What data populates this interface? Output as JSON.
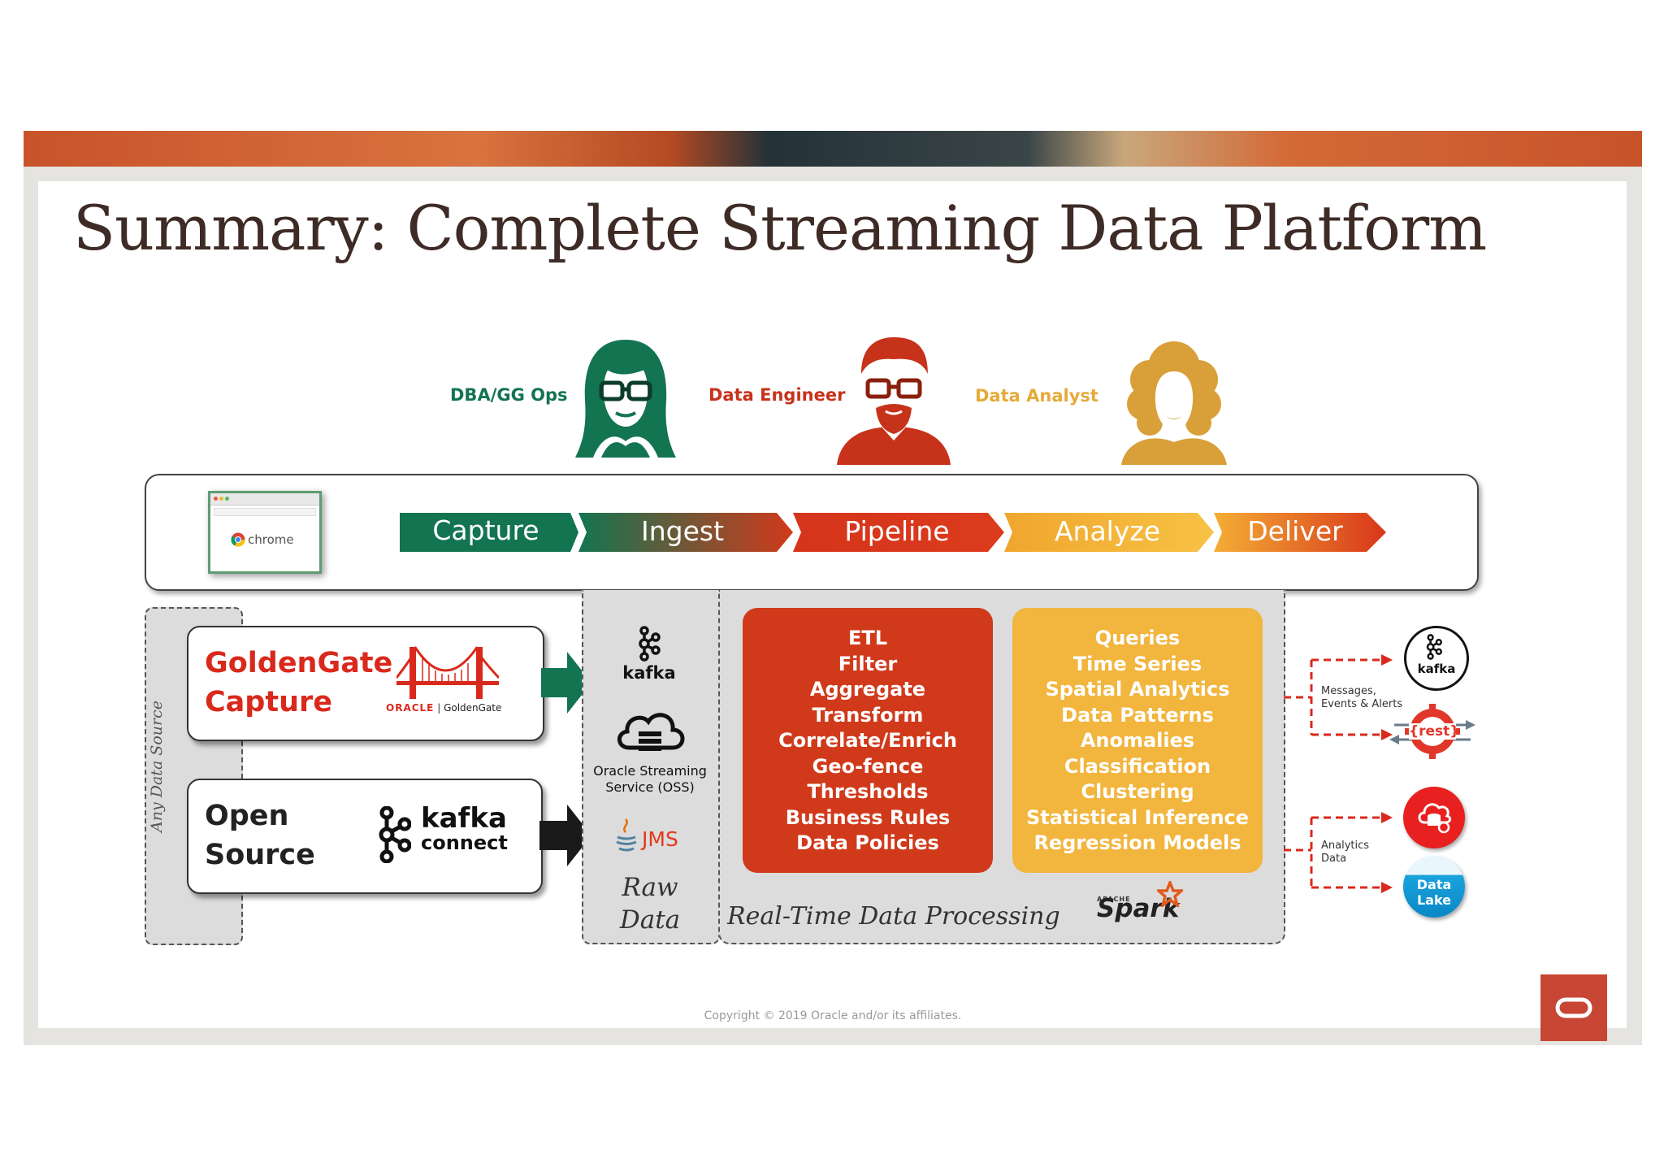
{
  "title": "Summary: Complete Streaming Data Platform",
  "personas": [
    {
      "label": "DBA/GG Ops",
      "color": "#137451"
    },
    {
      "label": "Data Engineer",
      "color": "#c7321a"
    },
    {
      "label": "Data Analyst",
      "color": "#e6aa3a"
    }
  ],
  "browser": {
    "label": "chrome"
  },
  "stages": [
    "Capture",
    "Ingest",
    "Pipeline",
    "Analyze",
    "Deliver"
  ],
  "sources": {
    "side_label": "Any Data Source",
    "goldengate": {
      "line1": "GoldenGate",
      "line2": "Capture",
      "logo_brand": "ORACLE",
      "logo_product": "GoldenGate"
    },
    "open_source": {
      "line1": "Open",
      "line2": "Source",
      "logo_top": "kafka",
      "logo_bottom": "connect"
    }
  },
  "raw_data": {
    "kafka_label": "kafka",
    "oss_label_line1": "Oracle Streaming",
    "oss_label_line2": "Service (OSS)",
    "jms_label": "JMS",
    "caption_line1": "Raw",
    "caption_line2": "Data"
  },
  "processing": {
    "pipeline_items": [
      "ETL",
      "Filter",
      "Aggregate",
      "Transform",
      "Correlate/Enrich",
      "Geo-fence",
      "Thresholds",
      "Business Rules",
      "Data Policies"
    ],
    "analyze_items": [
      "Queries",
      "Time Series",
      "Spatial Analytics",
      "Data Patterns",
      "Anomalies",
      "Classification",
      "Clustering",
      "Statistical Inference",
      "Regression Models"
    ],
    "caption": "Real-Time Data Processing",
    "spark_top": "APACHE",
    "spark_label": "Spark"
  },
  "outputs": {
    "messages_line1": "Messages,",
    "messages_line2": "Events & Alerts",
    "analytics_line1": "Analytics",
    "analytics_line2": "Data",
    "kafka_label": "kafka",
    "rest_label": "{rest}",
    "data_lake_line1": "Data",
    "data_lake_line2": "Lake"
  },
  "footer": {
    "copyright": "Copyright © 2019 Oracle and/or its affiliates."
  },
  "colors": {
    "green": "#137451",
    "red": "#d03a1b",
    "orange": "#f2b53d",
    "title": "#3e2b26",
    "oracle_red": "#c74634"
  }
}
